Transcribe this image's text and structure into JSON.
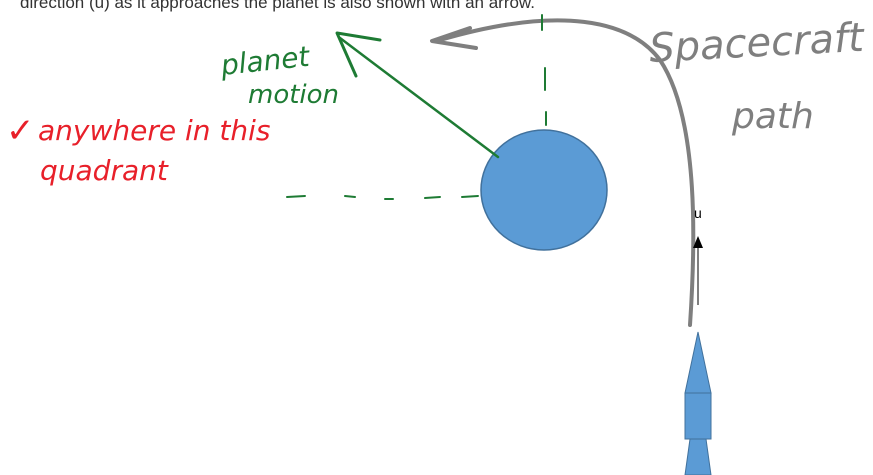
{
  "caption": "direction (u) as it approaches the planet is also shown with an arrow.",
  "labels": {
    "spacecraft_path_line1": "Spacecraft",
    "spacecraft_path_line2": "path",
    "planet_motion_line1": "planet",
    "planet_motion_line2": "motion",
    "annotation_line1": "anywhere in this",
    "annotation_line2": "quadrant",
    "checkmark": "✓",
    "velocity": "u"
  },
  "colors": {
    "planet_fill": "#5b9bd5",
    "planet_stroke": "#41719c",
    "path_gray": "#7f7f7f",
    "green": "#1e7b34",
    "red": "#e8202a",
    "rocket_fill": "#5b9bd5",
    "rocket_stroke": "#41719c"
  }
}
